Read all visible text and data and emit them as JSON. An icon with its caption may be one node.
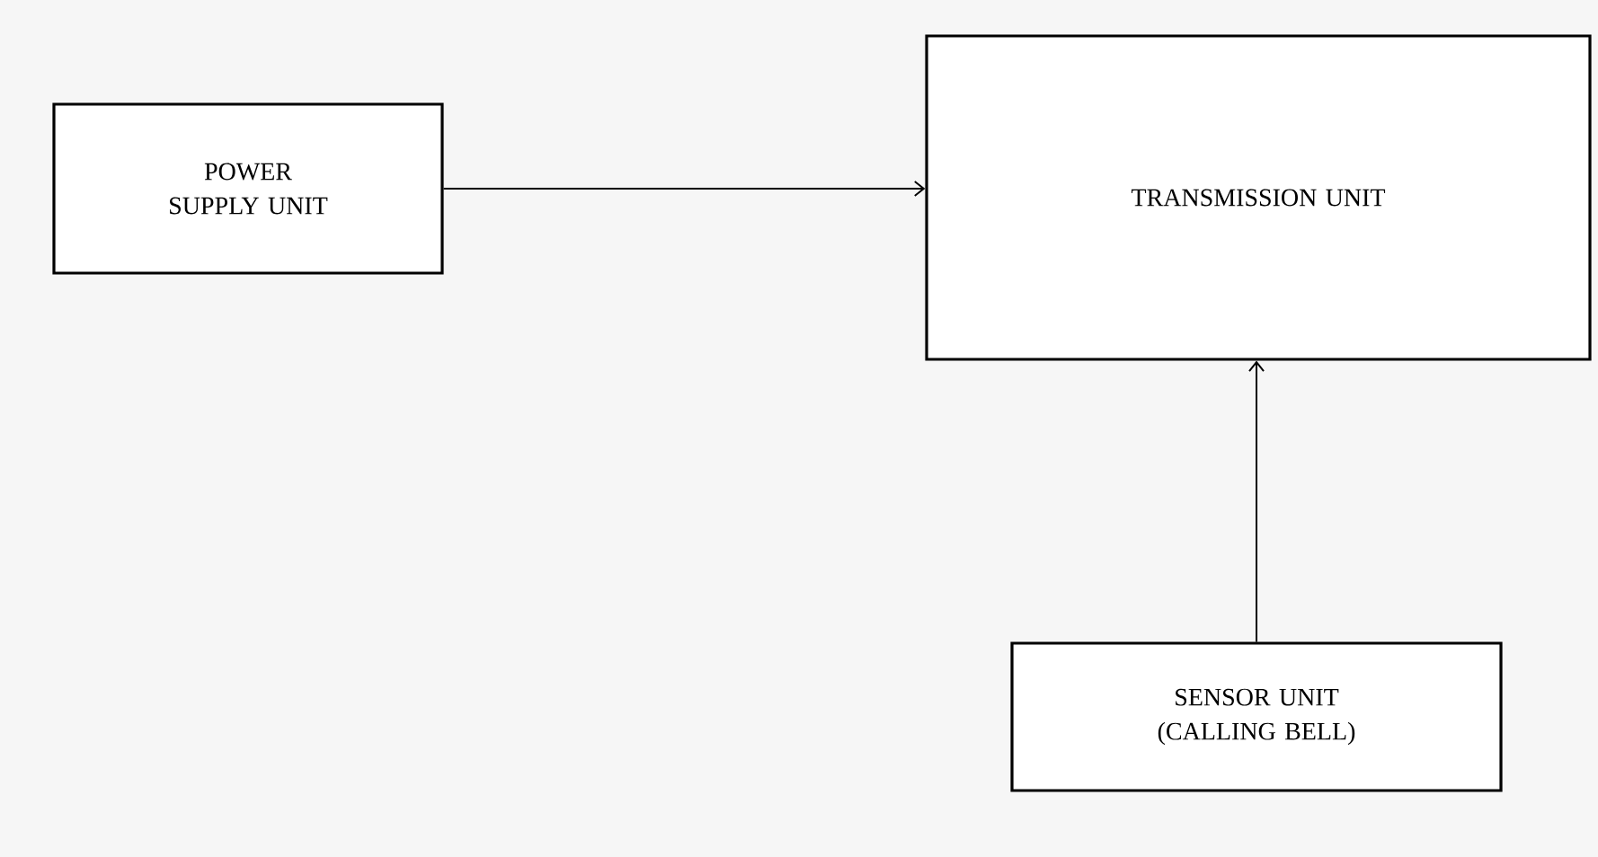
{
  "diagram": {
    "nodes": [
      {
        "text": [
          "POWER SUPPLY UNIT"
        ]
      },
      {
        "text": [
          "TRANSMISSION UNIT"
        ]
      },
      {
        "text": [
          "SENSOR UNIT (CALLING BELL)"
        ]
      }
    ],
    "edges": [
      {
        "from": 0,
        "to": 1,
        "arrow": "to"
      },
      {
        "from": 2,
        "to": 1,
        "arrow": "to"
      }
    ]
  }
}
